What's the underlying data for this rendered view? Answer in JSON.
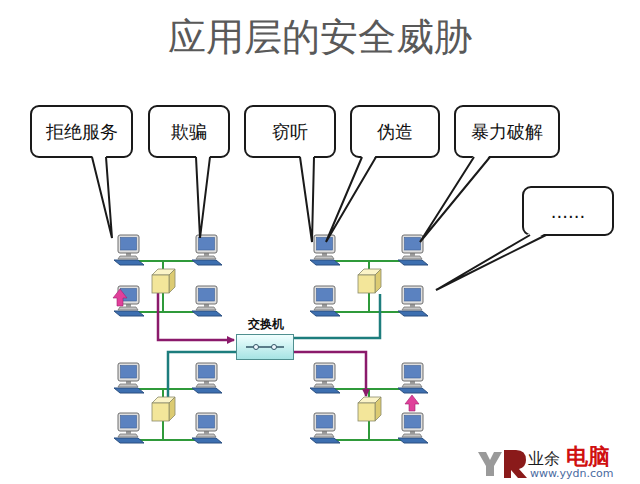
{
  "diagram": {
    "title": "应用层的安全威胁",
    "nodes": [
      {
        "text": [
          "拒绝服务"
        ]
      },
      {
        "text": [
          "欺骗"
        ]
      },
      {
        "text": [
          "窃听"
        ]
      },
      {
        "text": [
          "伪造"
        ]
      },
      {
        "text": [
          "暴力破解"
        ]
      },
      {
        "text": [
          "......"
        ]
      },
      {
        "text": [
          "交换机"
        ]
      }
    ],
    "labels": [
      "业余",
      "电脑",
      "www.yydn.com"
    ]
  }
}
